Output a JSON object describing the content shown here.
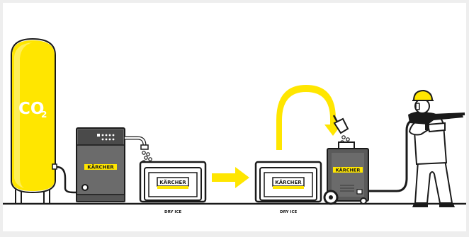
{
  "tank": {
    "formula": "CO",
    "subscript": "2"
  },
  "brand": "KÄRCHER",
  "labels": {
    "container_1": "DRY ICE",
    "container_2": "DRY ICE"
  },
  "colors": {
    "background": "#eeeeee",
    "outline": "#1a1a1a",
    "accent_yellow": "#ffe600",
    "machine_grey": "#6b6b6b",
    "machine_dark": "#4a4a4a",
    "white": "#ffffff"
  },
  "icons": [
    "co2-tank-icon",
    "dry-ice-production-machine-icon",
    "dry-ice-container-icon",
    "transfer-arrow-icon",
    "refill-curved-arrow-icon",
    "dry-ice-scoop-icon",
    "blasting-machine-icon",
    "operator-with-blasting-gun-icon"
  ]
}
